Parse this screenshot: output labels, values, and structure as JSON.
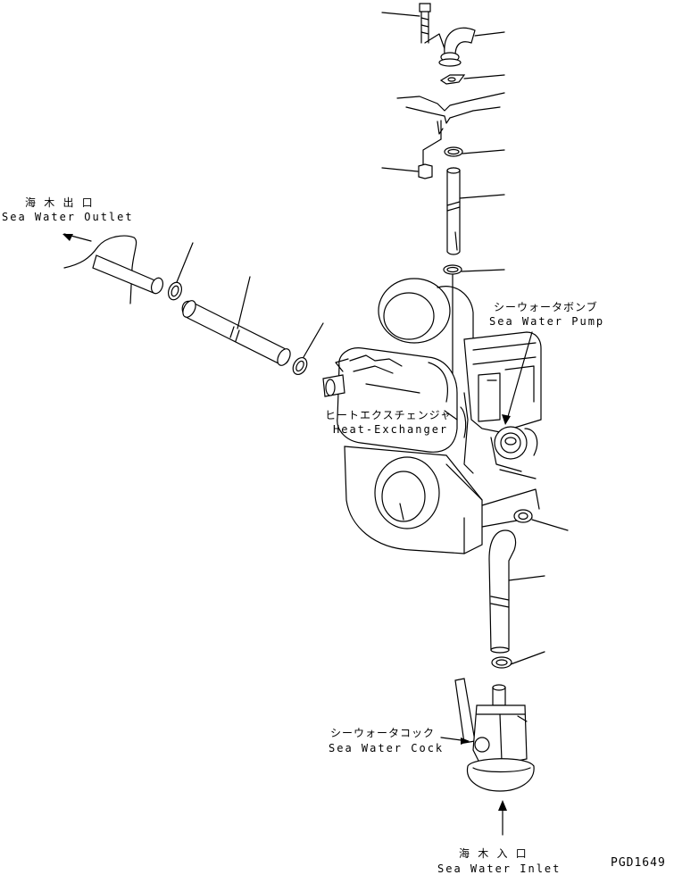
{
  "labels": {
    "outlet_jp": "海 木 出 口",
    "outlet_en": "Sea Water Outlet",
    "pump_jp": "シーウォータボンブ",
    "pump_en": "Sea Water Pump",
    "hx_jp": "ヒートエクスチェンジャ",
    "hx_en": "Heat-Exchanger",
    "cock_jp": "シーウォータコック",
    "cock_en": "Sea Water Cock",
    "inlet_jp": "海 木 入 口",
    "inlet_en": "Sea Water Inlet",
    "drawing_code": "PGD1649"
  },
  "colors": {
    "line": "#000000",
    "background": "#ffffff"
  }
}
